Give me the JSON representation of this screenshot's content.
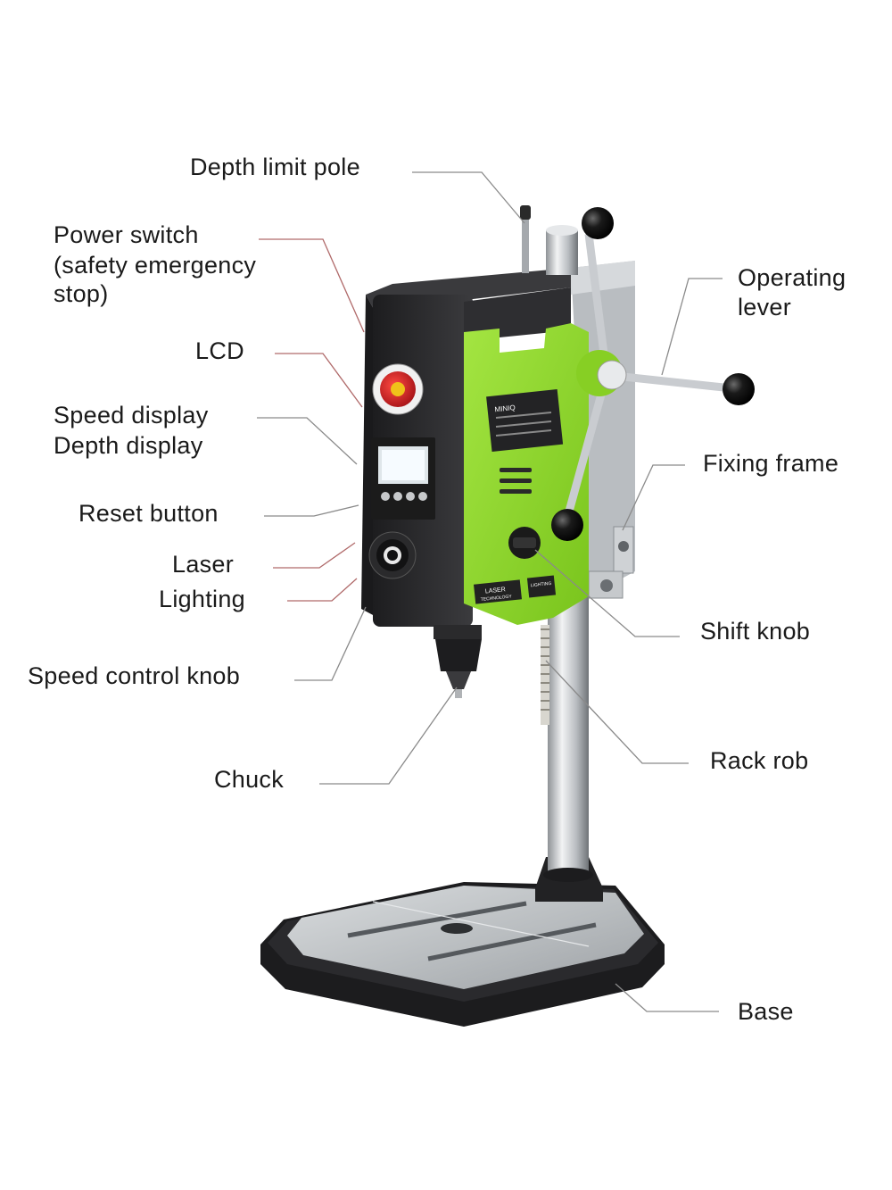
{
  "labels": {
    "depth_limit_pole": "Depth limit pole",
    "power_switch_1": "Power switch",
    "power_switch_2": "(safety emergency",
    "power_switch_3": "stop)",
    "lcd": "LCD",
    "speed_display": "Speed display",
    "depth_display": "Depth display",
    "reset_button": "Reset button",
    "laser": "Laser",
    "lighting": "Lighting",
    "speed_control_knob": "Speed control knob",
    "chuck": "Chuck",
    "operating_lever_1": "Operating",
    "operating_lever_2": "lever",
    "fixing_frame": "Fixing frame",
    "shift_knob": "Shift knob",
    "rack_rob": "Rack rob",
    "base": "Base"
  },
  "product": {
    "brand_plate": "MINIQ",
    "panel_text_1": "LASER",
    "panel_text_2": "TECHNOLOGY",
    "panel_text_3": "LIGHTING"
  },
  "colors": {
    "body_green": "#8fd62e",
    "body_black": "#2b2b2d",
    "column_silver": "#c9ccd0",
    "base_black": "#1e1e20",
    "table_grey": "#c4c7ca",
    "switch_red": "#c8141c"
  }
}
